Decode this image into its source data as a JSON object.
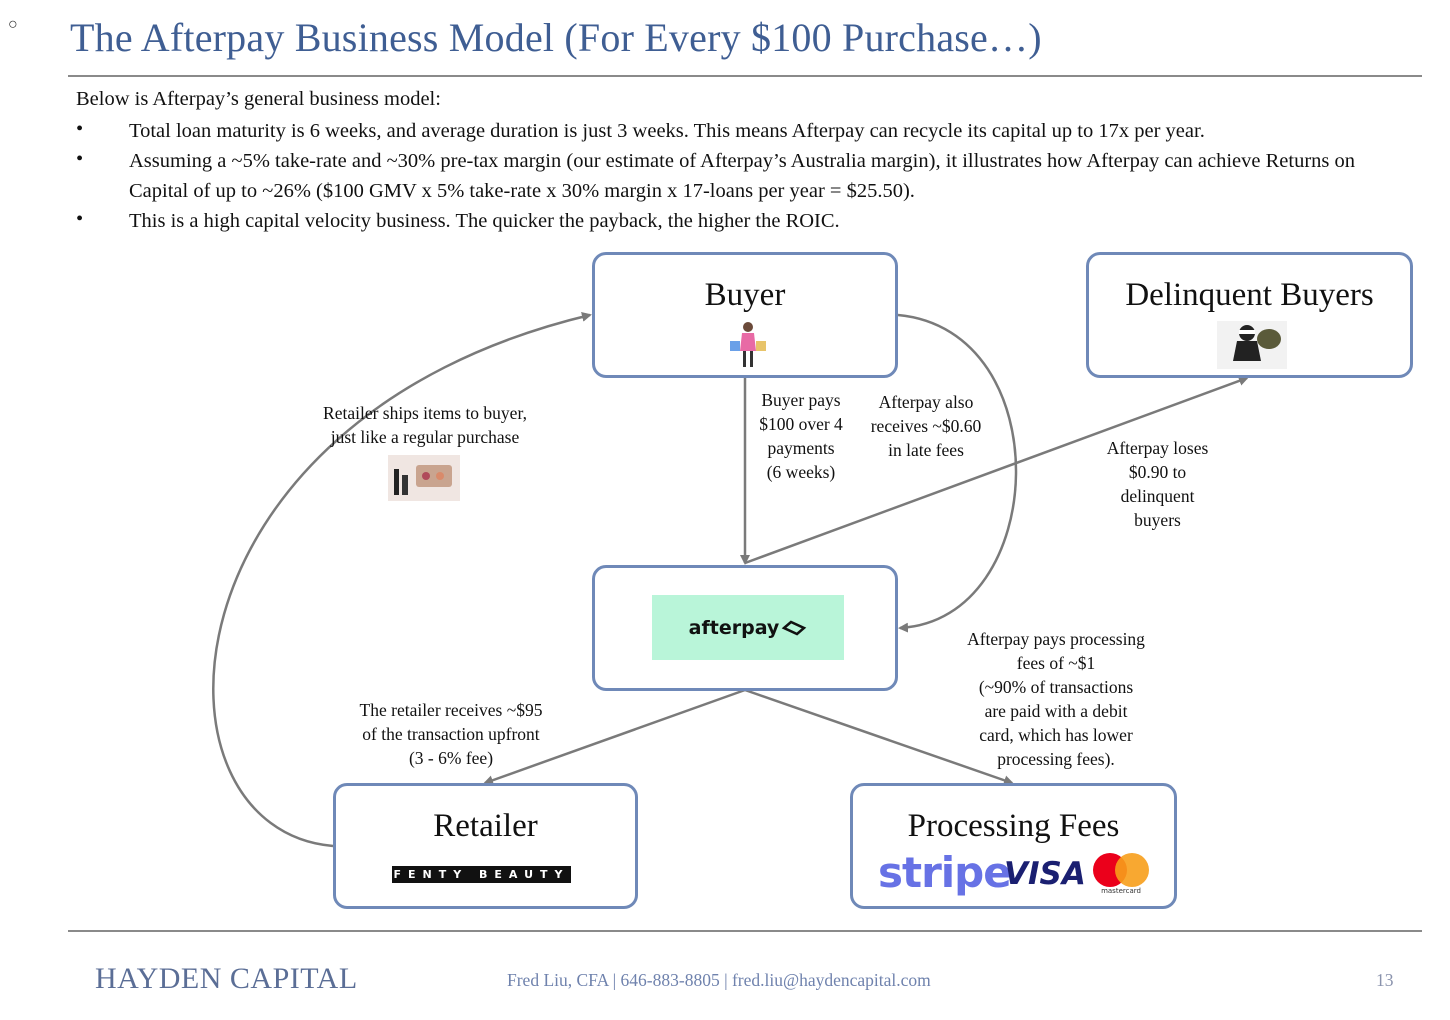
{
  "corner_mark": "○",
  "title": "The Afterpay Business Model (For Every $100 Purchase…)",
  "intro": "Below is Afterpay’s general business model:",
  "bullet_symbol": "•",
  "bullets": [
    "Total loan maturity is 6 weeks, and average duration is just 3 weeks.  This means Afterpay can recycle its capital up to 17x per year.",
    "Assuming a ~5% take-rate and ~30% pre-tax margin (our estimate of Afterpay’s Australia margin), it illustrates how Afterpay can achieve Returns on Capital of  up to ~26% ($100 GMV x 5% take-rate x 30% margin x 17-loans per year = $25.50).",
    "This is a high capital velocity business.  The quicker the payback, the higher the ROIC."
  ],
  "diagram": {
    "nodes": {
      "buyer": "Buyer",
      "delinquent": "Delinquent Buyers",
      "afterpay_logo": "afterpay",
      "retailer": "Retailer",
      "retailer_logo": "FENTY BEAUTY",
      "processing": "Processing Fees",
      "stripe_logo": "stripe",
      "visa_logo": "VISA",
      "mastercard_logo": "mastercard"
    },
    "edge_labels": {
      "retailer_ships": [
        "Retailer ships items to buyer,",
        "just like a regular purchase"
      ],
      "buyer_pays": [
        "Buyer pays",
        "$100 over 4",
        "payments",
        "(6 weeks)"
      ],
      "late_fees": [
        "Afterpay also",
        "receives ~$0.60",
        "in late fees"
      ],
      "losses": [
        "Afterpay loses",
        "$0.90 to",
        "delinquent",
        "buyers"
      ],
      "processing_fees": [
        "Afterpay pays processing",
        "fees of ~$1",
        "(~90% of transactions",
        "are paid with a debit",
        "card, which has lower",
        "processing fees)."
      ],
      "retailer_receives": [
        "The retailer receives ~$95",
        "of the transaction upfront",
        "(3 - 6% fee)"
      ]
    },
    "icons": [
      "shopper-icon",
      "thief-icon",
      "cosmetics-icon"
    ],
    "colors": {
      "box_border": "#6f89b8",
      "arrow": "#7a7a7a",
      "afterpay_mint": "#b9f5d9",
      "title_blue": "#3f5e93"
    }
  },
  "footer": {
    "company": "HAYDEN CAPITAL",
    "contact": "Fred Liu, CFA  |  646-883-8805  |  fred.liu@haydencapital.com",
    "page": "13"
  }
}
